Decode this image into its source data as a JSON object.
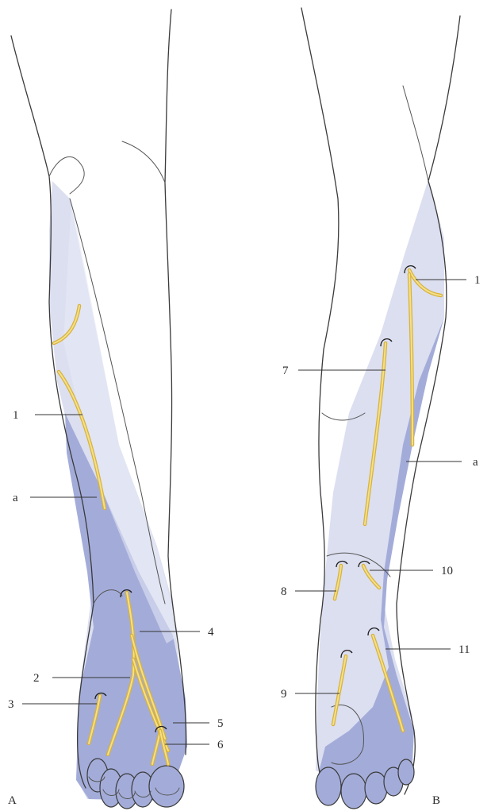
{
  "panels": [
    {
      "id": "A",
      "label": "A"
    },
    {
      "id": "B",
      "label": "B"
    }
  ],
  "labels": {
    "A": [
      {
        "key": "l1",
        "text": "1"
      },
      {
        "key": "la",
        "text": "a"
      },
      {
        "key": "l2",
        "text": "2"
      },
      {
        "key": "l3",
        "text": "3"
      },
      {
        "key": "l4",
        "text": "4"
      },
      {
        "key": "l5",
        "text": "5"
      },
      {
        "key": "l6",
        "text": "6"
      }
    ],
    "B": [
      {
        "key": "l1",
        "text": "1"
      },
      {
        "key": "l7",
        "text": "7"
      },
      {
        "key": "la",
        "text": "a"
      },
      {
        "key": "l8",
        "text": "8"
      },
      {
        "key": "l10",
        "text": "10"
      },
      {
        "key": "l11",
        "text": "11"
      },
      {
        "key": "l9",
        "text": "9"
      }
    ]
  },
  "colors": {
    "light_zone": "#dcdff0",
    "medium_zone": "#a3acd9",
    "nerve": "#e8c650",
    "outline": "#3a3a3a"
  }
}
